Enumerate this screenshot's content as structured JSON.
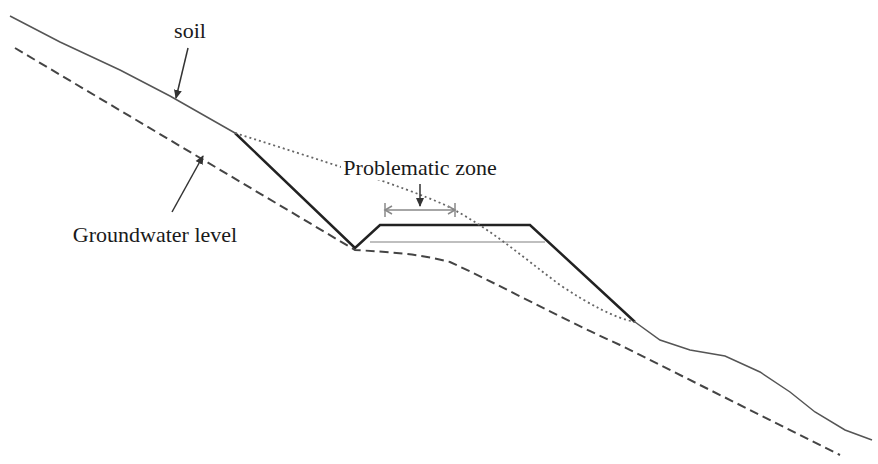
{
  "diagram": {
    "labels": [
      "soil",
      "Problematic zone",
      "Groundwater level"
    ]
  }
}
